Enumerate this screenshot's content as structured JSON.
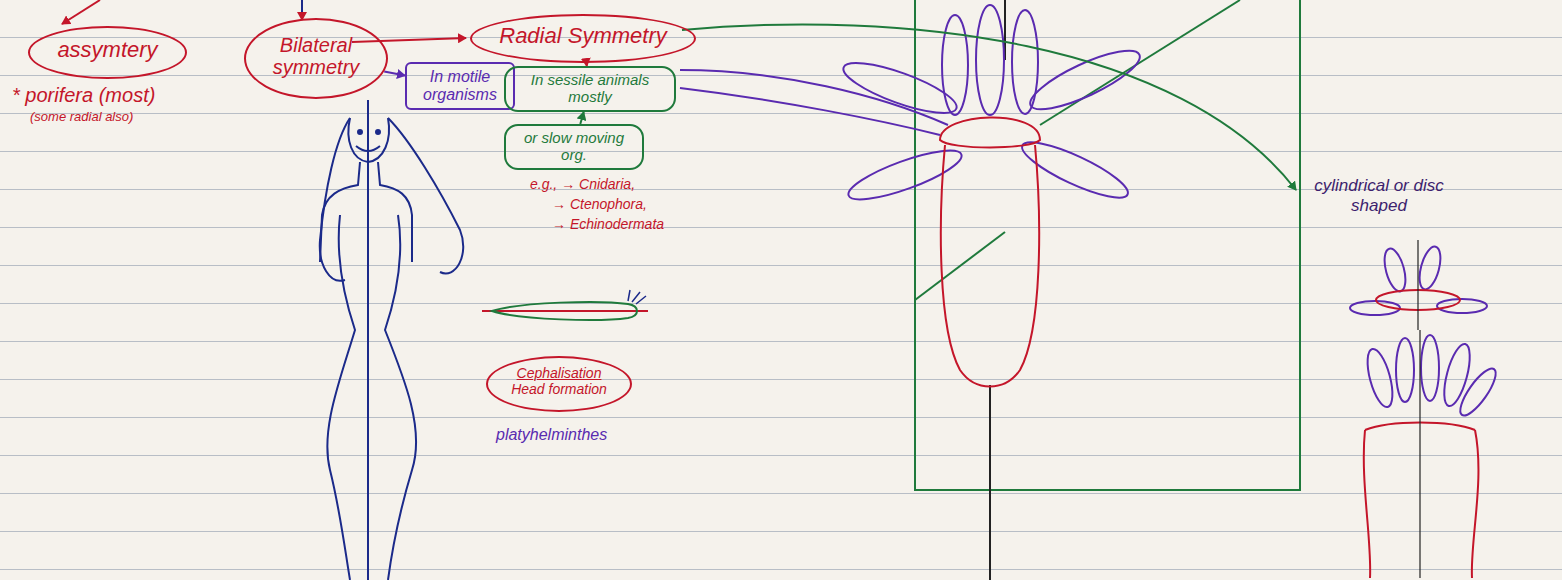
{
  "diagram": {
    "nodes": [
      {
        "text": [
          "assymtery"
        ]
      },
      {
        "text": [
          "Bilateral symmetry"
        ]
      },
      {
        "text": [
          "In motile organisms"
        ]
      },
      {
        "text": [
          "Radial Symmetry"
        ]
      },
      {
        "text": [
          "In sessile animals mostly"
        ]
      },
      {
        "text": [
          "or slow moving org."
        ]
      },
      {
        "text": [
          "Cephalisation",
          "Head formation"
        ]
      }
    ],
    "edges": [
      {
        "from": 1,
        "to": 2,
        "arrow": "to"
      },
      {
        "from": 3,
        "to": 4,
        "arrow": "to"
      },
      {
        "from": 5,
        "to": 4,
        "arrow": "to"
      }
    ],
    "labels": [
      "* porifera (most)",
      "(some radial also)",
      "e.g., → Cnidaria,",
      "→ Ctenophora,",
      "→ Echinodermata",
      "cylindrical or disc shaped",
      "platyhelminthes"
    ]
  }
}
